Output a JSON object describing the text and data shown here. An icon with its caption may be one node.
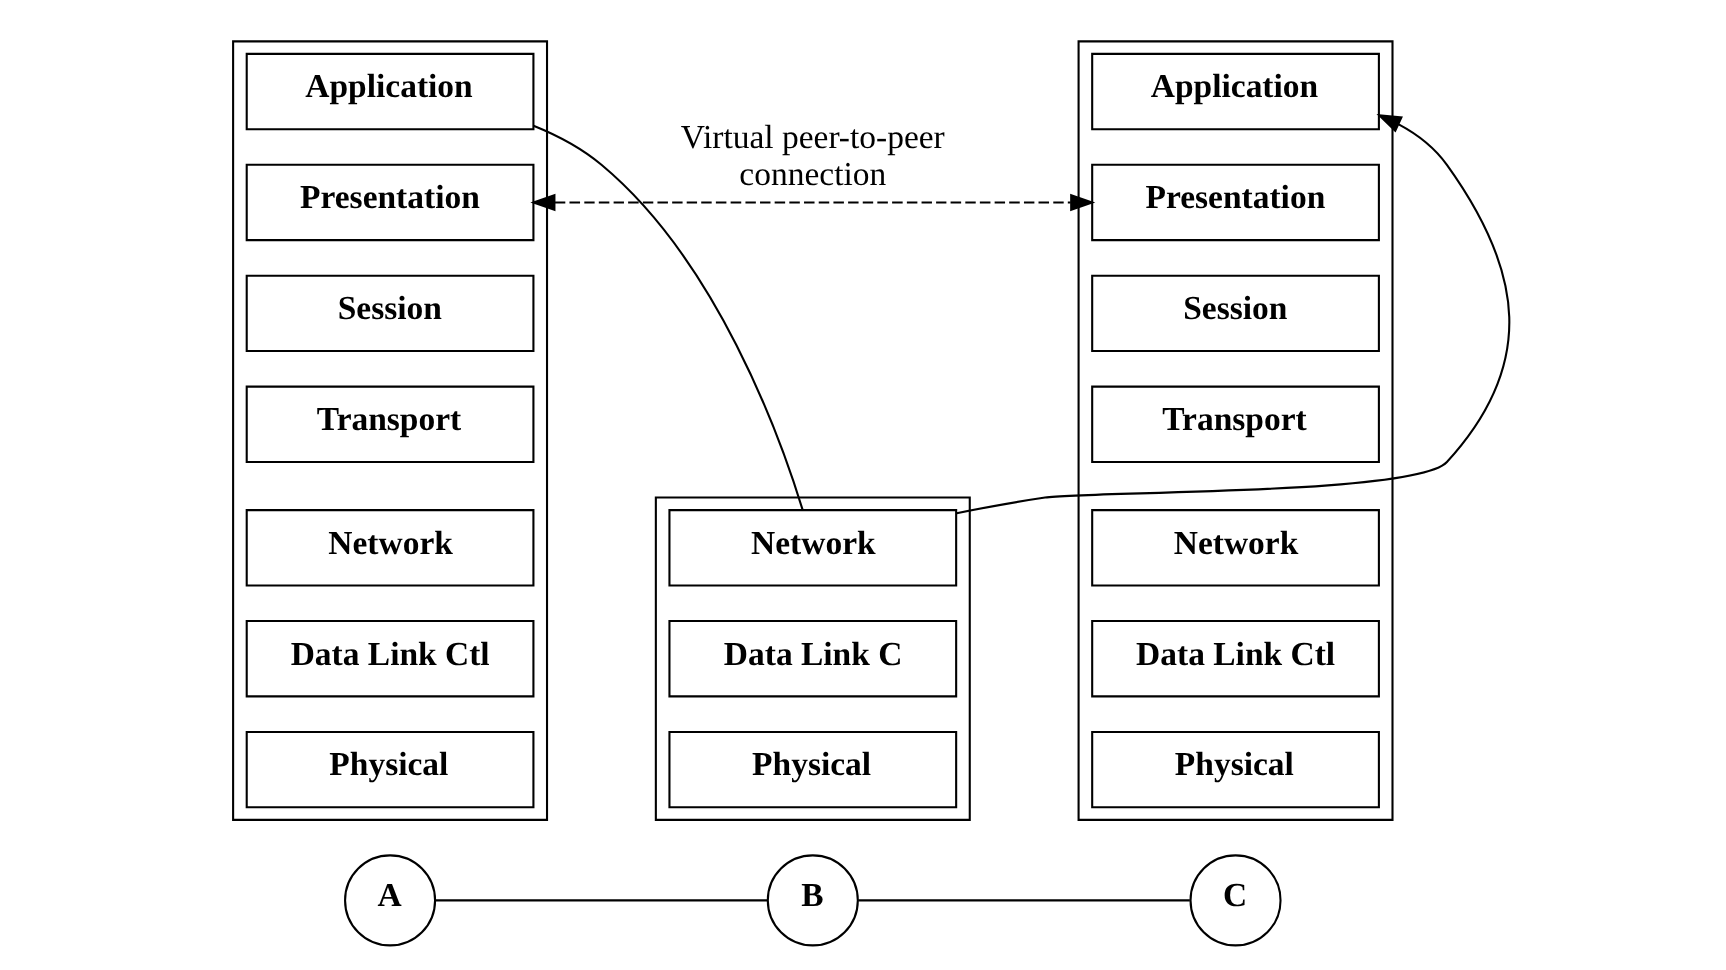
{
  "diagram": {
    "nodes": [
      {
        "text": [],
        "shape": "box"
      },
      {
        "text": [
          "Application"
        ],
        "in": 0
      },
      {
        "text": [
          "Presentation"
        ],
        "in": 0
      },
      {
        "text": [
          "Session"
        ],
        "in": 0
      },
      {
        "text": [
          "Transport"
        ],
        "in": 0
      },
      {
        "text": [
          "Network"
        ],
        "in": 0
      },
      {
        "text": [
          "Data Link Ctl"
        ],
        "in": 0
      },
      {
        "text": [
          "Physical"
        ],
        "in": 0
      },
      {
        "text": [],
        "shape": "box"
      },
      {
        "text": [
          "Network"
        ],
        "in": 8
      },
      {
        "text": [
          "Data Link C"
        ],
        "in": 8
      },
      {
        "text": [
          "Physical"
        ],
        "in": 8
      },
      {
        "text": [],
        "shape": "box"
      },
      {
        "text": [
          "Application"
        ],
        "in": 12
      },
      {
        "text": [
          "Presentation"
        ],
        "in": 12
      },
      {
        "text": [
          "Session"
        ],
        "in": 12
      },
      {
        "text": [
          "Transport"
        ],
        "in": 12
      },
      {
        "text": [
          "Network"
        ],
        "in": 12
      },
      {
        "text": [
          "Data Link Ctl"
        ],
        "in": 12
      },
      {
        "text": [
          "Physical"
        ],
        "in": 12
      },
      {
        "text": [
          "A"
        ]
      },
      {
        "text": [
          "B"
        ]
      },
      {
        "text": [
          "C"
        ]
      }
    ],
    "edges": [
      {
        "from": 1,
        "to": 9,
        "arrow": "none"
      },
      {
        "from": 9,
        "to": 13,
        "arrow": "to"
      },
      {
        "from": 2,
        "to": 14,
        "arrow": "both",
        "style": "dashed",
        "label": "Virtual peer-to-peer connection"
      },
      {
        "from": 20,
        "to": 21,
        "arrow": "none"
      },
      {
        "from": 21,
        "to": 22,
        "arrow": "none"
      }
    ]
  }
}
